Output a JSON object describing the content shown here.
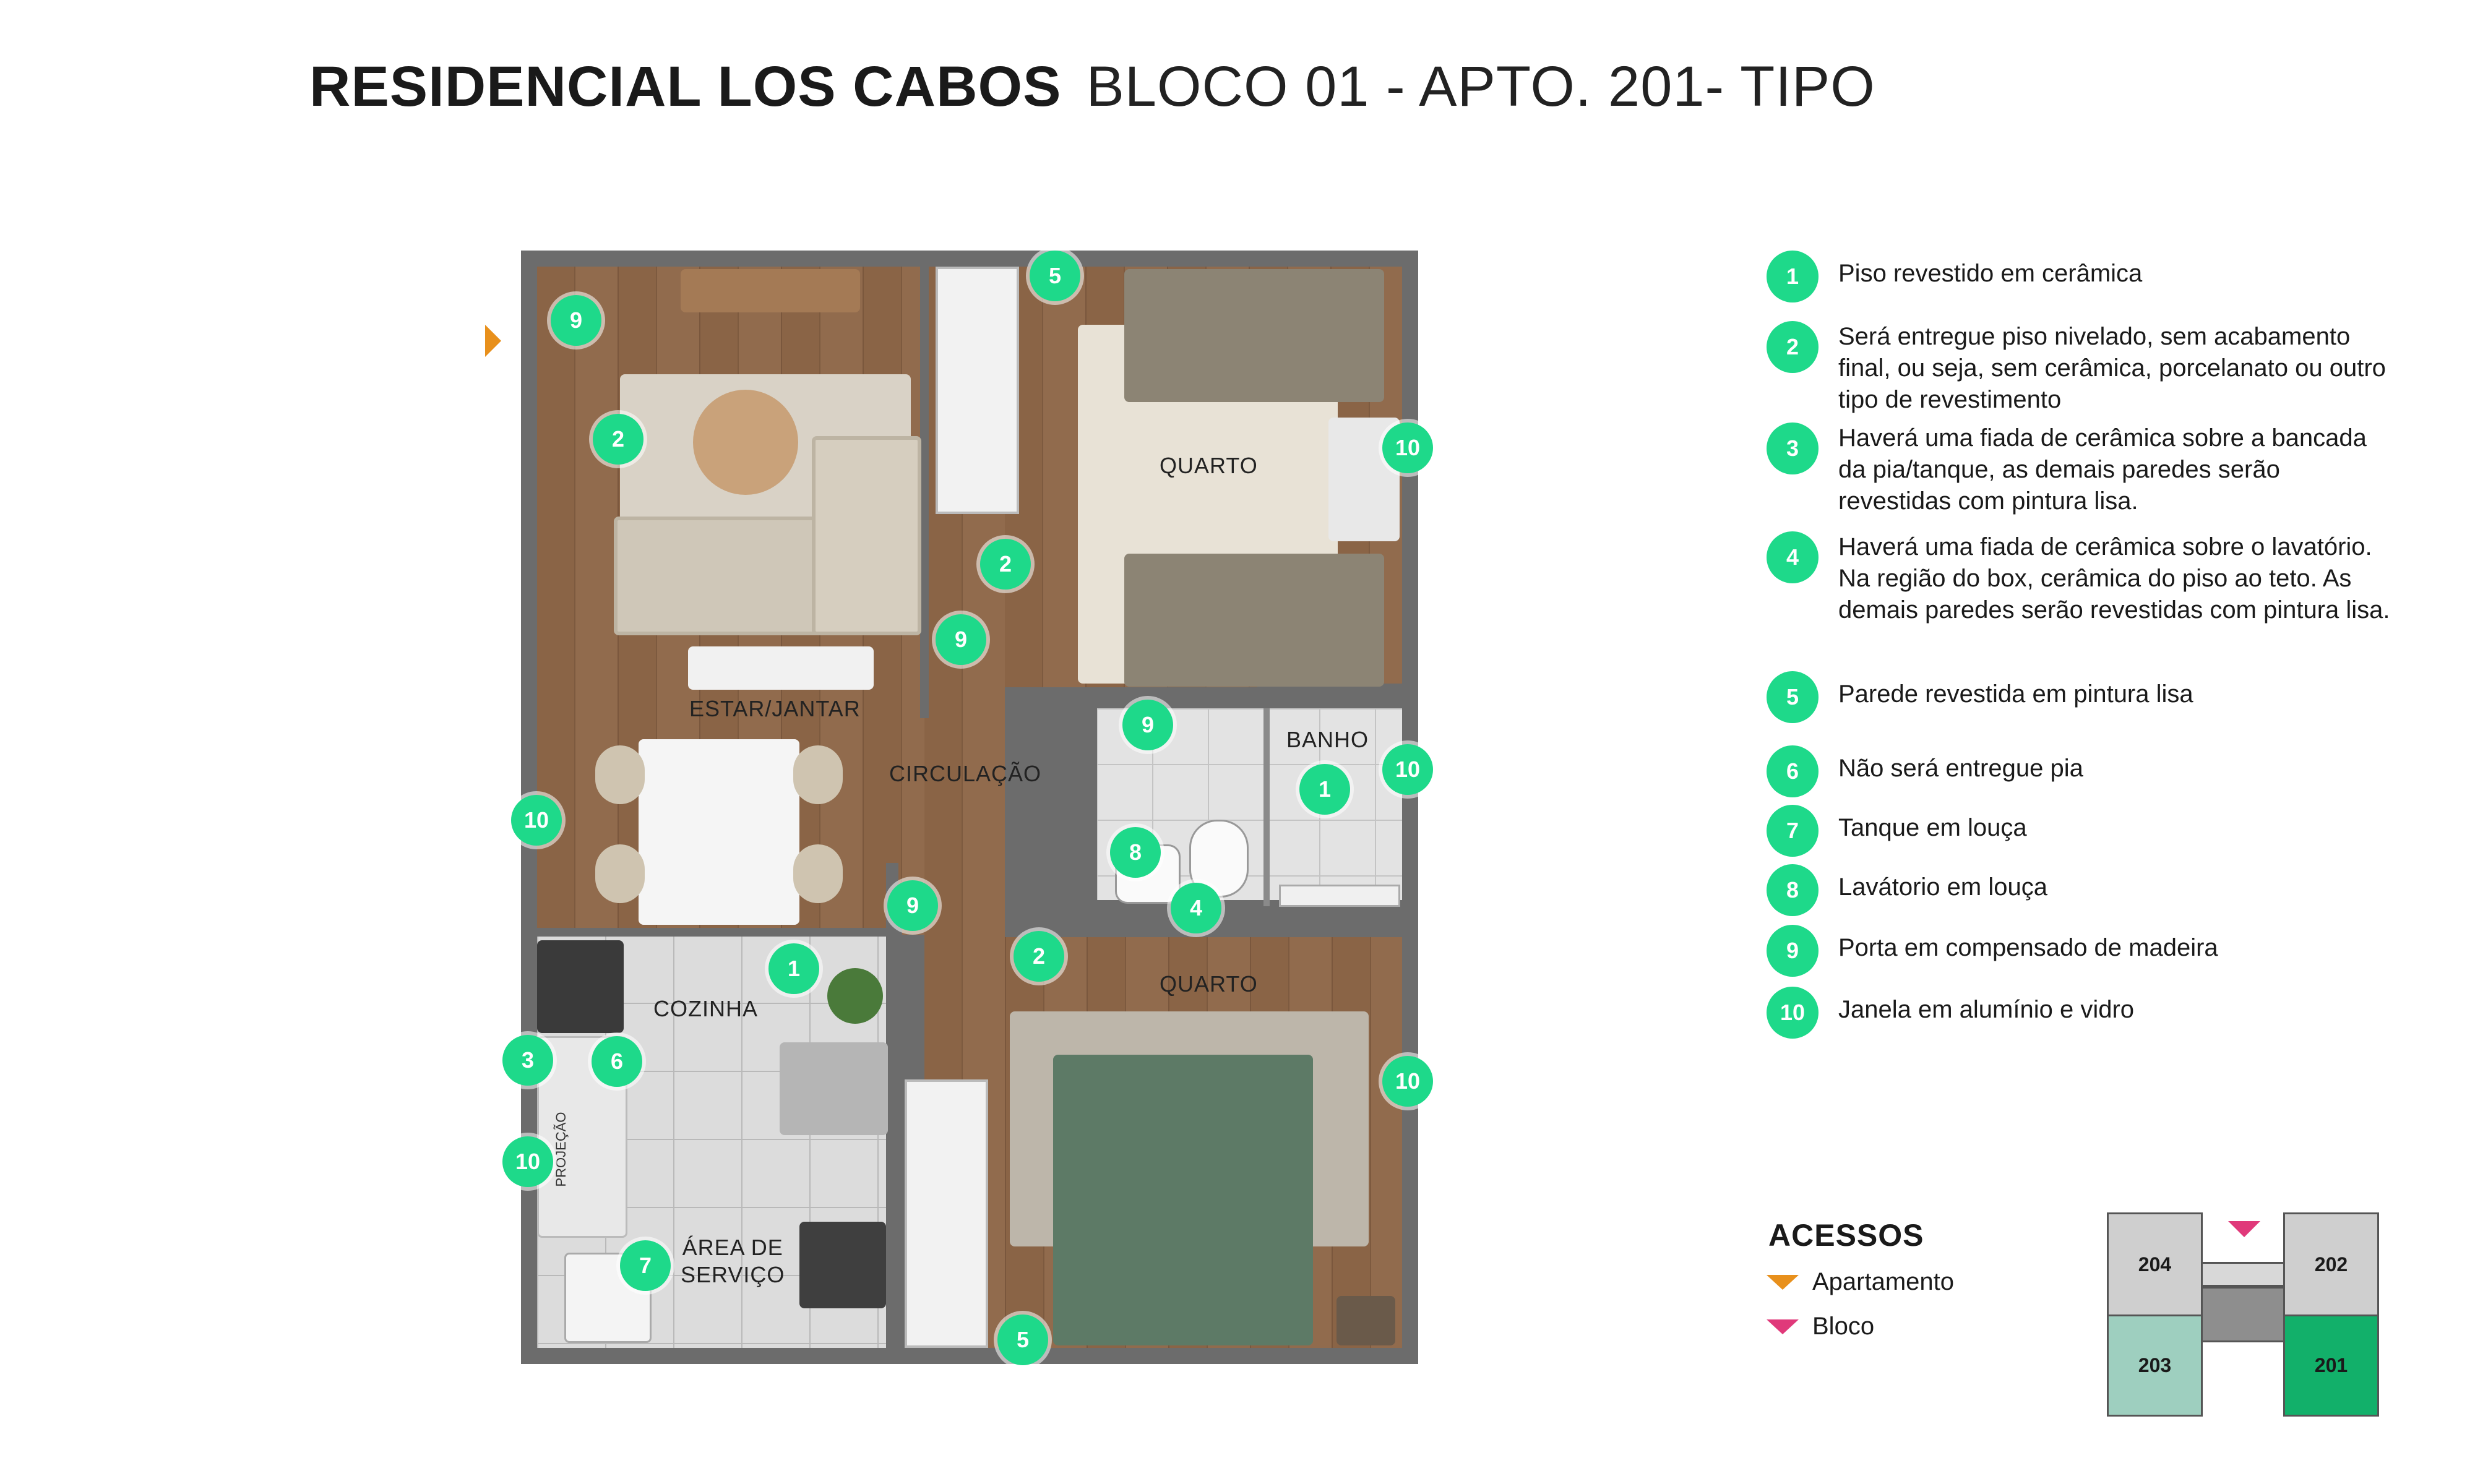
{
  "title": {
    "name": "RESIDENCIAL LOS CABOS",
    "subtitle": "BLOCO 01 - APTO. 201- TIPO"
  },
  "colors": {
    "marker": "#1ed98a",
    "apartamento_arrow": "#e8901c",
    "bloco_arrow": "#e0397a",
    "unit_light": "#9ecfbf",
    "unit_active": "#12b06a",
    "unit_gray": "#cfcfcf"
  },
  "rooms": {
    "estar_jantar": "ESTAR/JANTAR",
    "circulacao": "CIRCULAÇÃO",
    "quarto_1": "QUARTO",
    "quarto_2": "QUARTO",
    "banho": "BANHO",
    "cozinha": "COZINHA",
    "area_servico_1": "ÁREA DE",
    "area_servico_2": "SERVIÇO",
    "projecao": "PROJEÇÃO"
  },
  "plan_markers": [
    "9",
    "2",
    "5",
    "10",
    "2",
    "9",
    "9",
    "1",
    "10",
    "10",
    "8",
    "4",
    "9",
    "2",
    "1",
    "3",
    "6",
    "10",
    "10",
    "7",
    "5"
  ],
  "legend": [
    {
      "num": "1",
      "text": "Piso revestido em cerâmica"
    },
    {
      "num": "2",
      "text": "Será entregue piso nivelado, sem acabamento final, ou seja, sem cerâmica, porcelanato ou outro tipo de revestimento"
    },
    {
      "num": "3",
      "text": "Haverá uma fiada de cerâmica sobre a bancada da pia/tanque, as demais paredes serão revestidas com pintura lisa."
    },
    {
      "num": "4",
      "text": "Haverá uma fiada de cerâmica sobre o lavatório. Na região do box, cerâmica do piso ao teto. As demais paredes serão revestidas com pintura lisa."
    },
    {
      "num": "5",
      "text": "Parede revestida em pintura lisa"
    },
    {
      "num": "6",
      "text": "Não será entregue pia"
    },
    {
      "num": "7",
      "text": "Tanque em louça"
    },
    {
      "num": "8",
      "text": "Lavátorio em louça"
    },
    {
      "num": "9",
      "text": "Porta em compensado de madeira"
    },
    {
      "num": "10",
      "text": "Janela em alumínio e vidro"
    }
  ],
  "acessos": {
    "title": "ACESSOS",
    "apartamento": "Apartamento",
    "bloco": "Bloco"
  },
  "units": [
    "204",
    "202",
    "203",
    "201"
  ]
}
